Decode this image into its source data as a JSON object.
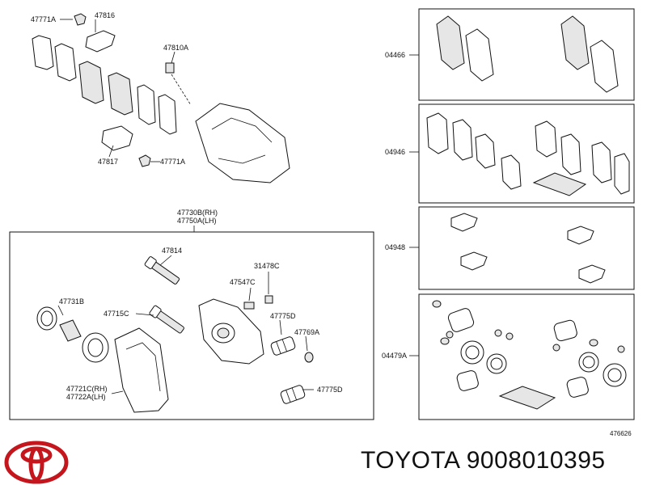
{
  "callouts": {
    "c47771a_top": "47771A",
    "c47816": "47816",
    "c47810a": "47810A",
    "c47817": "47817",
    "c47771a_bottom": "47771A",
    "c47730b": "47730B(RH)",
    "c47750a": "47750A(LH)",
    "c47814": "47814",
    "c31478c": "31478C",
    "c47547c": "47547C",
    "c47731b": "47731B",
    "c47715c": "47715C",
    "c47775d_1": "47775D",
    "c47769a": "47769A",
    "c47721c": "47721C(RH)",
    "c47722a": "47722A(LH)",
    "c47775d_2": "47775D"
  },
  "kits": {
    "k04466": "04466",
    "k04946": "04946",
    "k04948": "04948",
    "k04479a": "04479A"
  },
  "figure_code": "476626",
  "footer": {
    "part_text": "TOYOTA 9008010395",
    "logo_icon": "toyota-logo-icon",
    "logo_color": "#c4161c"
  }
}
